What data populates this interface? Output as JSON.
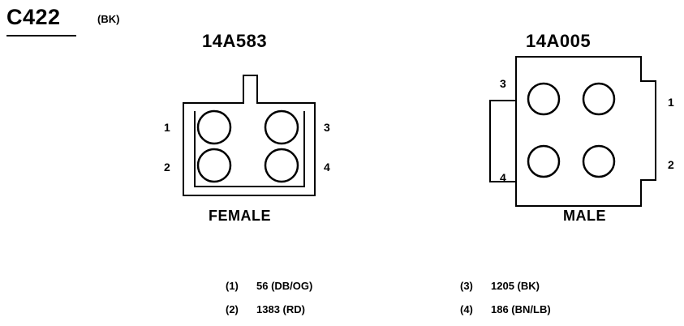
{
  "connector": {
    "id": "C422",
    "color_code": "(BK)"
  },
  "female": {
    "part_number": "14A583",
    "label": "FEMALE",
    "pins": [
      "1",
      "2",
      "3",
      "4"
    ]
  },
  "male": {
    "part_number": "14A005",
    "label": "MALE",
    "pins": [
      "1",
      "2",
      "3",
      "4"
    ]
  },
  "legend": [
    {
      "num": "(1)",
      "text": "56 (DB/OG)"
    },
    {
      "num": "(2)",
      "text": "1383 (RD)"
    },
    {
      "num": "(3)",
      "text": "1205 (BK)"
    },
    {
      "num": "(4)",
      "text": "186 (BN/LB)"
    }
  ]
}
